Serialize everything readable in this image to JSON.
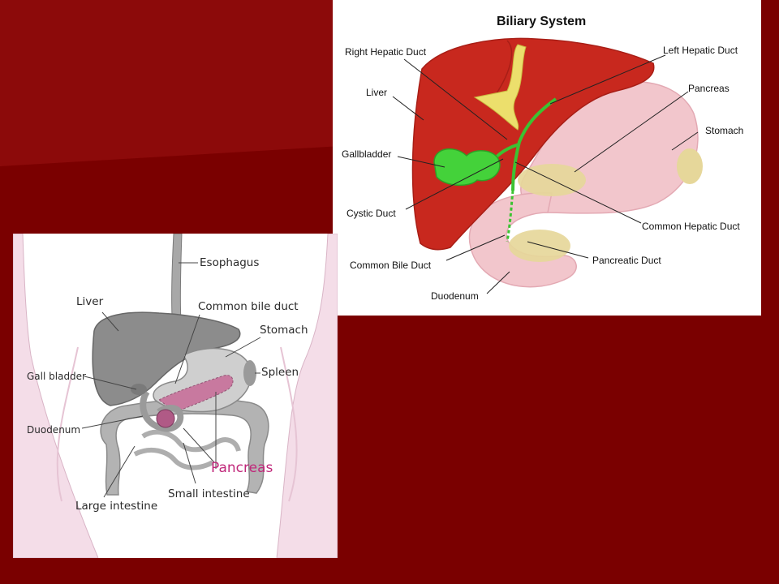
{
  "slide": {
    "background_color": "#7a0000",
    "band_color": "#8a0808"
  },
  "biliary_diagram": {
    "title": "Biliary System",
    "labels": {
      "right_hepatic_duct": "Right Hepatic Duct",
      "left_hepatic_duct": "Left Hepatic Duct",
      "liver": "Liver",
      "pancreas": "Pancreas",
      "stomach": "Stomach",
      "gallbladder": "Gallbladder",
      "cystic_duct": "Cystic Duct",
      "common_hepatic_duct": "Common Hepatic Duct",
      "common_bile_duct": "Common Bile Duct",
      "pancreatic_duct": "Pancreatic Duct",
      "duodenum": "Duodenum"
    },
    "colors": {
      "liver": "#c8281e",
      "stomach": "#f2c6cc",
      "gallbladder": "#44d23a",
      "pancreas": "#e6d79a",
      "duct": "#e8e070"
    }
  },
  "digestive_diagram": {
    "labels": {
      "esophagus": "Esophagus",
      "liver": "Liver",
      "common_bile_duct": "Common bile duct",
      "stomach": "Stomach",
      "gall_bladder": "Gall bladder",
      "spleen": "Spleen",
      "duodenum": "Duodenum",
      "pancreas": "Pancreas",
      "small_intestine": "Small intestine",
      "large_intestine": "Large intestine"
    },
    "colors": {
      "organs": "#8c8c8c",
      "body_outline": "#f4dde8",
      "pancreas": "#c8709a",
      "pancreas_label": "#c0287a"
    }
  }
}
